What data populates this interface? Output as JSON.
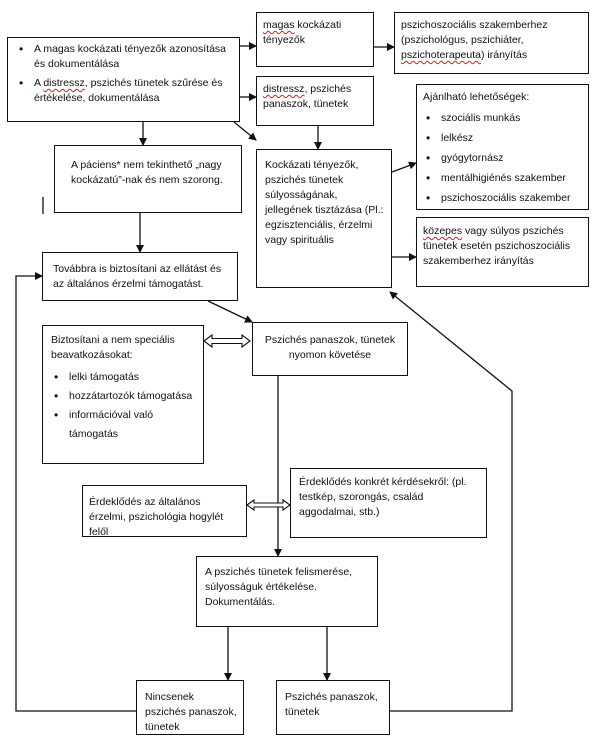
{
  "b1": {
    "items": [
      [
        "A magas kockázati tényezők azonosítása és dokumentálása"
      ],
      [
        "A ",
        "distressz",
        ", pszichés tünetek szűrése és értékelése, dokumentálása"
      ]
    ]
  },
  "b2": {
    "parts": [
      "magas",
      " kockázati tényezők"
    ]
  },
  "b3": {
    "parts": [
      "pszichoszociális szakemberhez (pszichológus, pszichiáter, ",
      "pszichoterapeuta",
      ") irányítás"
    ]
  },
  "b4": {
    "parts": [
      "distressz",
      ", pszichés panaszok, tünetek"
    ]
  },
  "b5": {
    "title": "Ajánlható lehetőségek:",
    "items": [
      "szociális munkás",
      "lelkész",
      "gyógytornász",
      "mentálhigiénés szakember",
      "pszichoszociális szakember"
    ]
  },
  "b6": {
    "text": "A páciens* nem tekinthető „nagy kockázatú”-nak és nem szorong."
  },
  "b7": {
    "text": "Kockázati tényezők, pszichés tünetek súlyosságának, jellegének tisztázása (Pl.: egzisztenciális, érzelmi vagy spirituális"
  },
  "b8": {
    "parts": [
      "közepes",
      " vagy súlyos pszichés tünetek esetén pszichoszociális szakemberhez irányítás"
    ]
  },
  "b9": {
    "text": "Továbbra is biztosítani az ellátást és az általános érzelmi támogatást."
  },
  "b10": {
    "title": "Biztosítani a nem speciális beavatkozásokat:",
    "items": [
      "lelki támogatás",
      "hozzátartozók támogatása",
      "információval való támogatás"
    ]
  },
  "b11": {
    "text": "Pszichés panaszok, tünetek nyomon követése"
  },
  "b12": {
    "text": "Érdeklődés az általános érzelmi, pszichológia hogylét felől"
  },
  "b13": {
    "text": "Érdeklődés konkrét kérdésekről: (pl. testkép, szorongás, család aggodalmai, stb.)"
  },
  "b14": {
    "text": "A pszichés tünetek felismerése, súlyosságuk értékelése. Dokumentálás."
  },
  "b15": {
    "text": "Nincsenek pszichés panaszok, tünetek"
  },
  "b16": {
    "text": "Pszichés panaszok, tünetek"
  }
}
